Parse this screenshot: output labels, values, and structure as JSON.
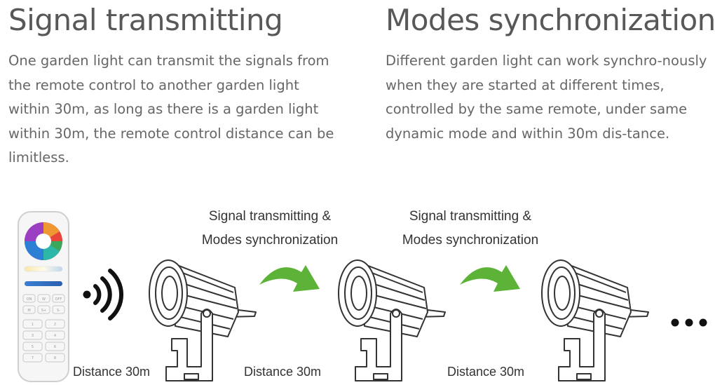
{
  "left": {
    "title": "Signal transmitting",
    "body": "One garden light can transmit the signals from the remote control to another garden light within 30m, as long as there is a garden light within 30m, the remote control distance can be limitless."
  },
  "right": {
    "title": "Modes synchronization",
    "body": "Different garden light can work synchro-nously when they are started at different times, controlled by the same remote, under same dynamic mode and within 30m dis-tance."
  },
  "captions": [
    {
      "line1": "Signal transmitting &",
      "line2": "Modes synchronization"
    },
    {
      "line1": "Signal transmitting &",
      "line2": "Modes synchronization"
    }
  ],
  "distances": [
    "Distance 30m",
    "Distance 30m",
    "Distance 30m"
  ],
  "remote_buttons": [
    "ON",
    "W",
    "OFF",
    "M",
    "S+",
    "S-",
    "1",
    "2",
    "3",
    "4",
    "5",
    "6",
    "7",
    "8"
  ],
  "colors": {
    "arrow": "#5cb337",
    "device": "#ffffff",
    "outline": "#333333"
  }
}
